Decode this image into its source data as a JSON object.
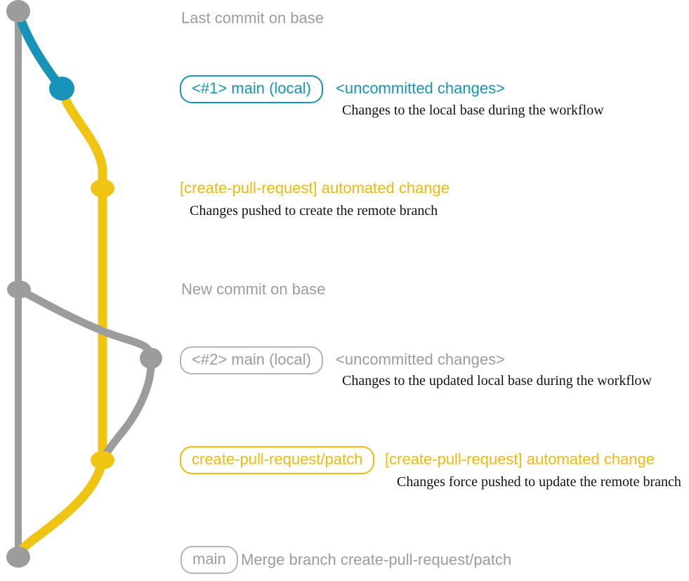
{
  "diagram": {
    "title_context": "git branch workflow for create-pull-request action",
    "colors": {
      "teal": "#1792b8",
      "yellow_graph": "#f0c413",
      "yellow_label": "#efb90d",
      "gray": "#9c9c9c",
      "description_text": "#111111"
    },
    "rows": {
      "r1": {
        "title": "Last commit on base"
      },
      "r2": {
        "badge": "<#1> main (local)",
        "note": "<uncommitted changes>",
        "desc": "Changes to the local base during the workflow"
      },
      "r3": {
        "title": "[create-pull-request] automated change",
        "desc": "Changes pushed to create the remote branch"
      },
      "r4": {
        "title": "New commit on base"
      },
      "r5": {
        "badge": "<#2> main (local)",
        "note": "<uncommitted changes>",
        "desc": "Changes to the updated local base during the workflow"
      },
      "r6": {
        "badge": "create-pull-request/patch",
        "note": "[create-pull-request] automated change",
        "desc": "Changes force pushed to update the remote branch"
      },
      "r7": {
        "badge": "main",
        "note": "Merge branch create-pull-request/patch"
      }
    },
    "graph": {
      "lanes": [
        "base (gray)",
        "local main (teal then gray)",
        "create-pull-request/patch (yellow)"
      ],
      "commits": [
        {
          "name": "last-commit-on-base",
          "color": "gray"
        },
        {
          "name": "main-local-1-uncommitted",
          "color": "teal"
        },
        {
          "name": "automated-change-commit",
          "color": "yellow"
        },
        {
          "name": "new-commit-on-base",
          "color": "gray"
        },
        {
          "name": "main-local-2-uncommitted",
          "color": "gray"
        },
        {
          "name": "force-pushed-patch-commit",
          "color": "yellow"
        },
        {
          "name": "merge-commit-on-main",
          "color": "gray"
        }
      ]
    }
  }
}
